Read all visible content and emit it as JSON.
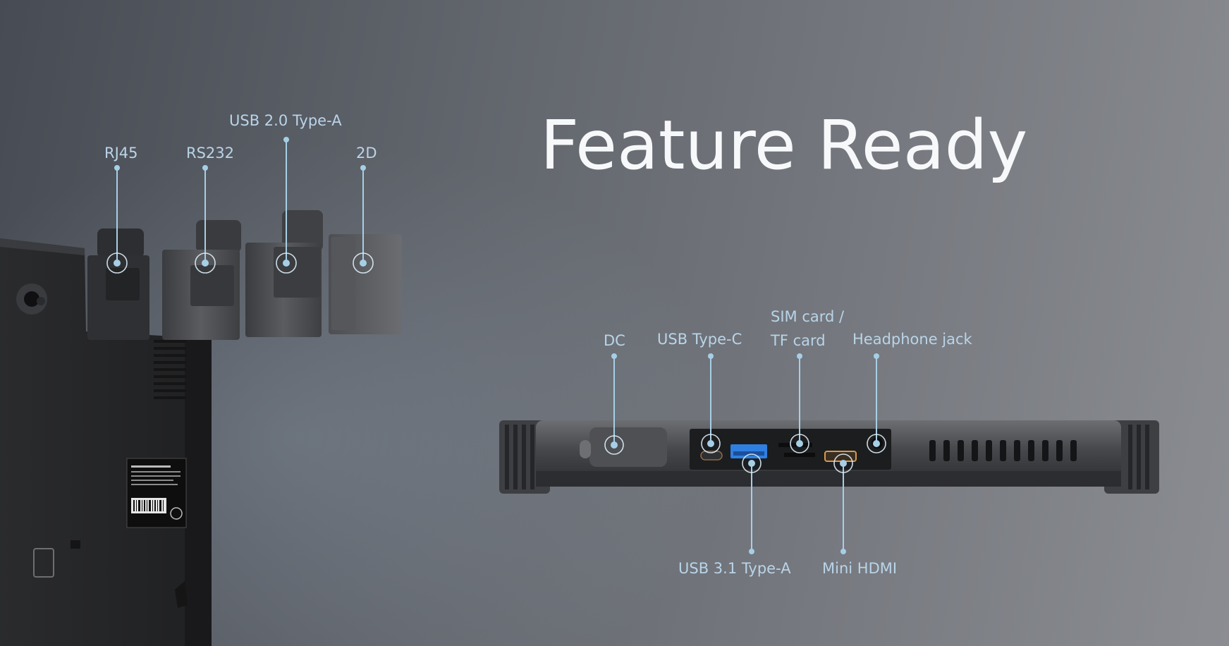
{
  "headline": "Feature Ready",
  "module_ports": {
    "rj45": "RJ45",
    "rs232": "RS232",
    "usb20": "USB 2.0 Type-A",
    "scanner": "2D"
  },
  "bottom_ports": {
    "dc": "DC",
    "usb_c": "USB Type-C",
    "sim_tf": "SIM card /\nTF card",
    "headphone": "Headphone jack",
    "usb31": "USB 3.1 Type-A",
    "mini_hdmi": "Mini HDMI"
  },
  "colors": {
    "label": "#b9d4e8",
    "leader": "#a6cfe6",
    "headline": "#f7f8fa",
    "usb3_port": "#2f7fe0",
    "hdmi_port": "#d79a4c"
  }
}
